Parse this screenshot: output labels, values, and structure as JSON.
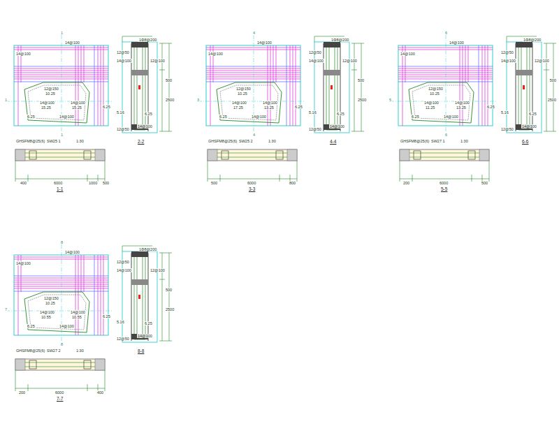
{
  "diagram": {
    "labels": [
      "1",
      "1",
      "1",
      "14@100",
      "14@100",
      "12@150",
      "10.25",
      "14@100",
      "15.25",
      "14@100",
      "15.25",
      "14@100",
      "6.25",
      "6.25",
      "GHSFM8@25(6)",
      "SW25 1",
      "1:30",
      "400",
      "6000",
      "1000",
      "500",
      "1-1",
      "2-2",
      "1Φ8@200",
      "12@50",
      "14@100",
      "12@100",
      "500",
      "2500",
      "5.16",
      "6.25",
      "14@100",
      "12@50",
      "4",
      "4",
      "3",
      "14@100",
      "14@100",
      "12@150",
      "10.25",
      "14@100",
      "17.25",
      "14@100",
      "13.25",
      "14@100",
      "6.25",
      "6.25",
      "GHSFM8@25(6)",
      "SW25 2",
      "1:30",
      "500",
      "6000",
      "800",
      "3-3",
      "4-4",
      "1Φ8@200",
      "12@50",
      "14@100",
      "12@100",
      "500",
      "2500",
      "5.16",
      "6.25",
      "14@100",
      "12@50",
      "6",
      "6",
      "5",
      "14@100",
      "14@100",
      "12@150",
      "10.25",
      "14@100",
      "11.25",
      "14@100",
      "13.25",
      "14@100",
      "6.25",
      "6.25",
      "GHSFM8@25(6)",
      "SW27 1",
      "1:30",
      "200",
      "6000",
      "500",
      "5-5",
      "6-6",
      "1Φ8@200",
      "12@50",
      "14@100",
      "12@100",
      "500",
      "2500",
      "5.16",
      "6.25",
      "14@100",
      "12@50",
      "8",
      "8",
      "7",
      "14@100",
      "14@100",
      "12@150",
      "10.25",
      "14@100",
      "10.55",
      "14@100",
      "10.55",
      "14@100",
      "6.25",
      "6.25",
      "GHSFM8@25(6)",
      "SW27 2",
      "1:30",
      "200",
      "6000",
      "400",
      "7-7",
      "8-8",
      "1Φ8@200",
      "12@50",
      "14@100",
      "12@100",
      "500",
      "2500",
      "5.16",
      "6.25",
      "14@100",
      "12@50"
    ]
  }
}
